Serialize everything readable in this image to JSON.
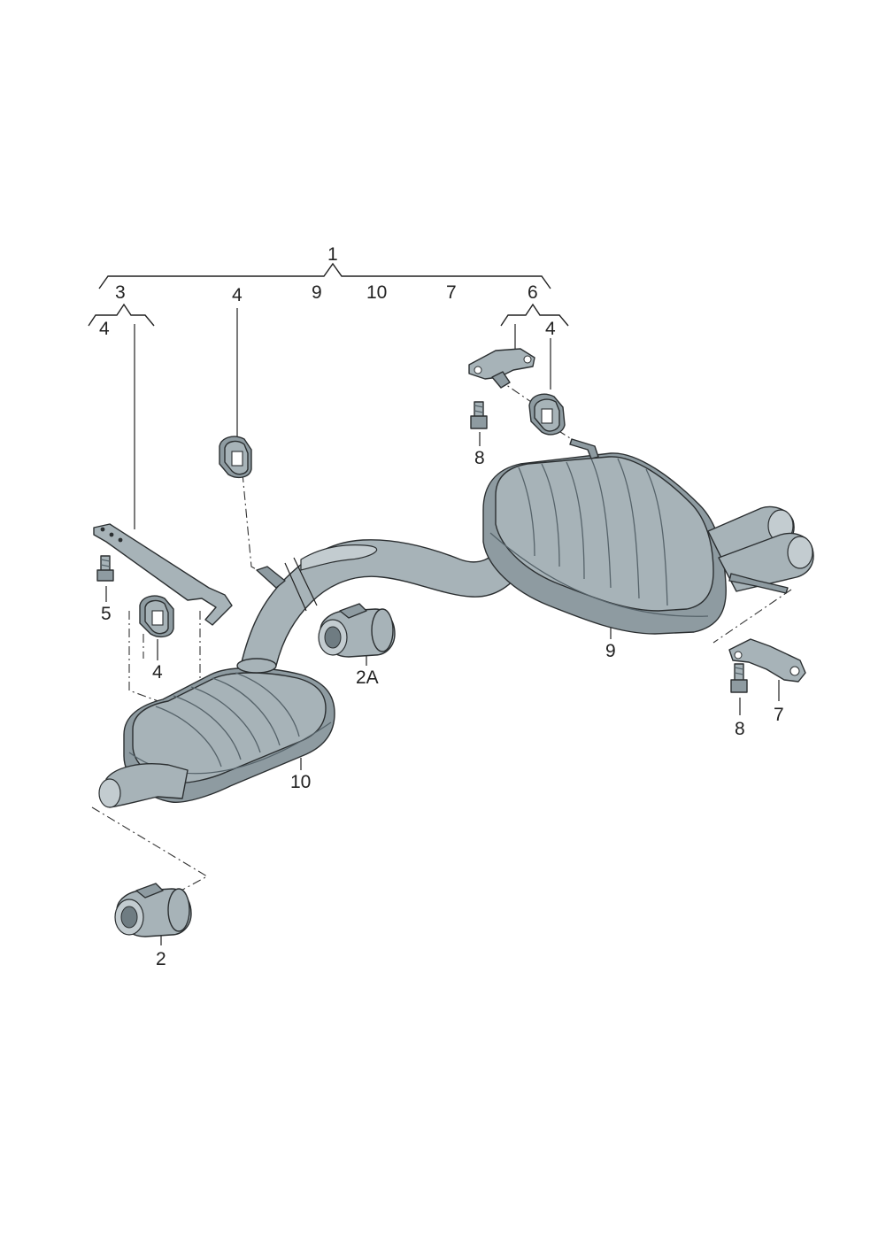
{
  "labels": {
    "l1": "1",
    "l9_top": "9",
    "l10_top": "10",
    "l7_top": "7",
    "l3": "3",
    "l4_a": "4",
    "l4_b": "4",
    "l6": "6",
    "l4_c": "4",
    "l8_a": "8",
    "l5": "5",
    "l4_d": "4",
    "l2A": "2A",
    "l9": "9",
    "l8_b": "8",
    "l7": "7",
    "l10": "10",
    "l2": "2"
  }
}
